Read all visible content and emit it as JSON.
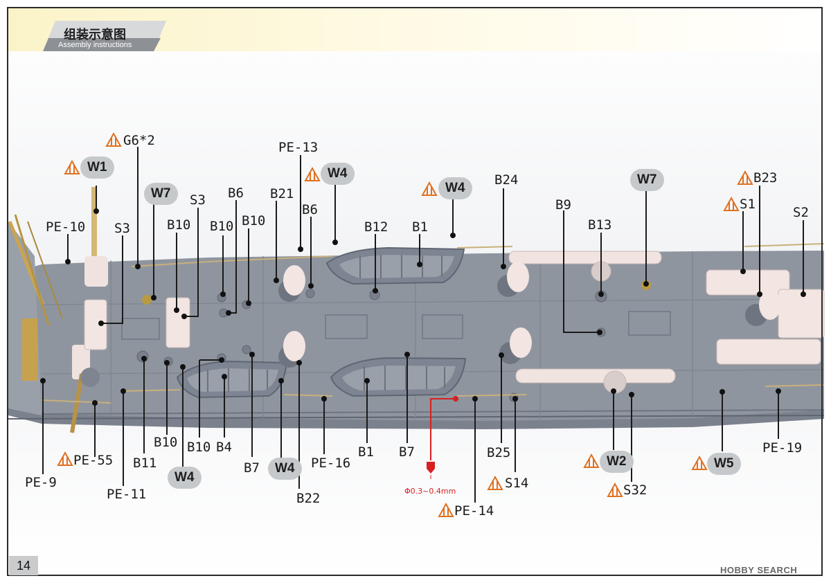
{
  "header": {
    "title_cn": "组装示意图",
    "title_en": "Assembly instructions"
  },
  "page_number": "14",
  "note_diameter": "Φ0.3~0.4mm",
  "watermark": "HOBBY SEARCH",
  "callouts": {
    "g6x2": "G6*2",
    "pe13": "PE-13",
    "w1": "W1",
    "w7_left": "W7",
    "w4_top_left": "W4",
    "w4_top_mid": "W4",
    "b24": "B24",
    "w7_right": "W7",
    "b23": "B23",
    "s1": "S1",
    "s2": "S2",
    "pe10": "PE-10",
    "s3_left": "S3",
    "s3_mid": "S3",
    "b6_top": "B6",
    "b21": "B21",
    "b10_a": "B10",
    "b10_b": "B10",
    "b10_c": "B10",
    "b6_mid": "B6",
    "b12": "B12",
    "b1_top": "B1",
    "b9": "B9",
    "b13": "B13",
    "pe55": "PE-55",
    "b11": "B11",
    "b10_d": "B10",
    "b10_e": "B10",
    "b4": "B4",
    "b7_left": "B7",
    "w4_bot_left": "W4",
    "w4_bot_mid": "W4",
    "pe16": "PE-16",
    "b1_bot": "B1",
    "b7_right": "B7",
    "b25": "B25",
    "w2": "W2",
    "w5": "W5",
    "pe19": "PE-19",
    "pe9": "PE-9",
    "pe11": "PE-11",
    "b22": "B22",
    "s14": "S14",
    "s32": "S32",
    "pe14": "PE-14"
  },
  "colors": {
    "deck": "#8d939e",
    "hull": "#7d838f",
    "parts": "#f1e4e1",
    "badge": "#c6c9cb",
    "warning": "#e07020",
    "brass": "#c7a44a",
    "accent_red": "#d62020"
  }
}
